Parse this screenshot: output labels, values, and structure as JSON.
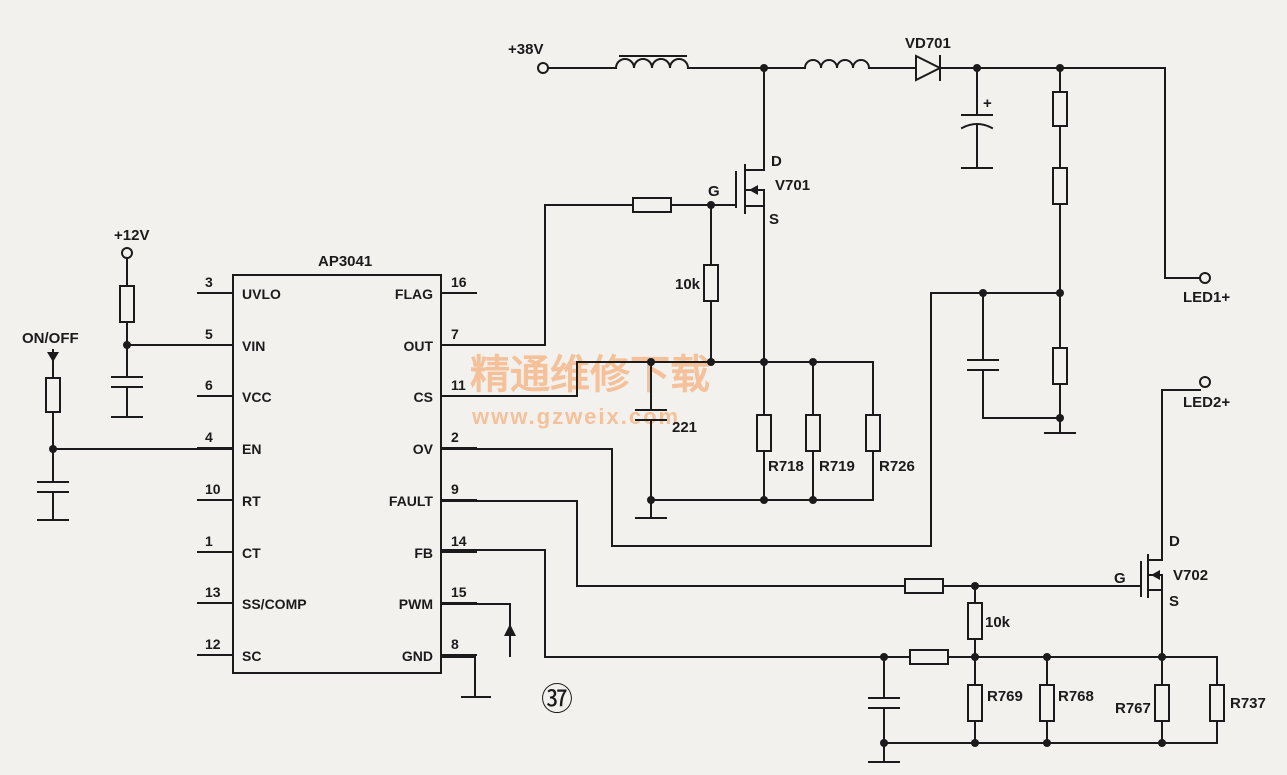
{
  "diagram": {
    "ic": {
      "name": "AP3041",
      "left_pins": [
        {
          "num": "3",
          "name": "UVLO"
        },
        {
          "num": "5",
          "name": "VIN"
        },
        {
          "num": "6",
          "name": "VCC"
        },
        {
          "num": "4",
          "name": "EN"
        },
        {
          "num": "10",
          "name": "RT"
        },
        {
          "num": "1",
          "name": "CT"
        },
        {
          "num": "13",
          "name": "SS/COMP"
        },
        {
          "num": "12",
          "name": "SC"
        }
      ],
      "right_pins": [
        {
          "num": "16",
          "name": "FLAG"
        },
        {
          "num": "7",
          "name": "OUT"
        },
        {
          "num": "11",
          "name": "CS"
        },
        {
          "num": "2",
          "name": "OV"
        },
        {
          "num": "9",
          "name": "FAULT"
        },
        {
          "num": "14",
          "name": "FB"
        },
        {
          "num": "15",
          "name": "PWM"
        },
        {
          "num": "8",
          "name": "GND"
        }
      ]
    },
    "supply_38v": "+38V",
    "supply_12v": "+12V",
    "on_off": "ON/OFF",
    "diode": "VD701",
    "q1": {
      "name": "V701",
      "d": "D",
      "g": "G",
      "s": "S"
    },
    "q2": {
      "name": "V702",
      "d": "D",
      "g": "G",
      "s": "S"
    },
    "r_gate1": "10k",
    "r_gate2": "10k",
    "cap_221": "221",
    "r718": "R718",
    "r719": "R719",
    "r726": "R726",
    "r769": "R769",
    "r768": "R768",
    "r767": "R767",
    "r737": "R737",
    "led1": "LED1+",
    "led2": "LED2+",
    "cap_plus": "+",
    "figure_num": "㊲"
  },
  "watermark": {
    "cn": "精通维修下载",
    "url": "www.gzweix.com"
  }
}
